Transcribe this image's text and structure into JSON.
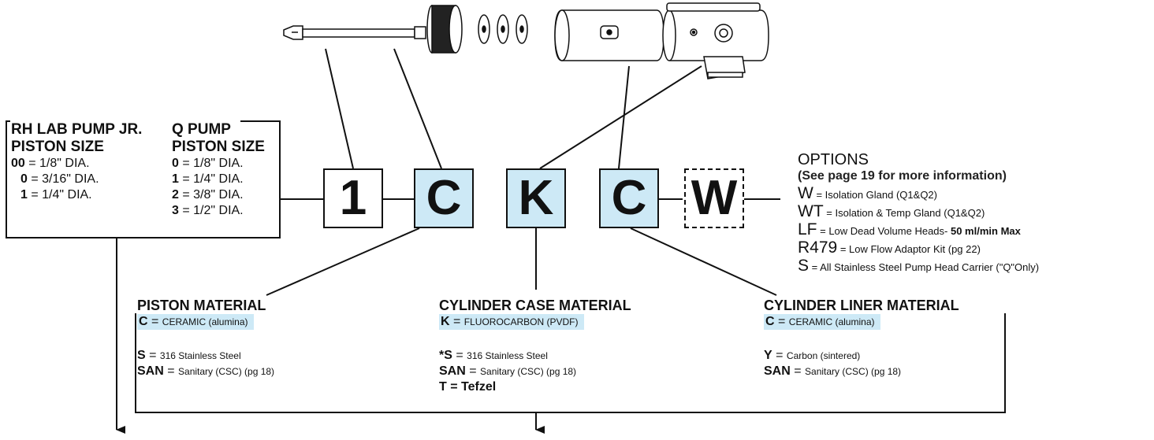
{
  "left_box": {
    "col1_title_1": "RH LAB PUMP JR.",
    "col1_title_2": "PISTON SIZE",
    "col1_rows": [
      {
        "code": "00",
        "text": " = 1/8\" DIA."
      },
      {
        "code": "0",
        "text": " = 3/16\" DIA."
      },
      {
        "code": "1",
        "text": " = 1/4\" DIA."
      }
    ],
    "col2_title_1": "Q PUMP",
    "col2_title_2": "PISTON SIZE",
    "col2_rows": [
      {
        "code": "0",
        "text": " = 1/8\" DIA."
      },
      {
        "code": "1",
        "text": " = 1/4\" DIA."
      },
      {
        "code": "2",
        "text": " = 3/8\" DIA."
      },
      {
        "code": "3",
        "text": " = 1/2\" DIA."
      }
    ]
  },
  "code_boxes": [
    "1",
    "C",
    "K",
    "C",
    "W"
  ],
  "options": {
    "title": "OPTIONS",
    "subtitle": "(See page 19 for more information)",
    "items": [
      {
        "code": "W",
        "desc": " = Isolation Gland (Q1&Q2)",
        "extra": ""
      },
      {
        "code": "WT",
        "desc": " = Isolation & Temp Gland (Q1&Q2)",
        "extra": ""
      },
      {
        "code": "LF",
        "desc": " = Low Dead Volume Heads- ",
        "extra": "50 ml/min Max"
      },
      {
        "code": "R479",
        "desc": " = Low Flow Adaptor Kit (pg 22)",
        "extra": ""
      },
      {
        "code": "S",
        "desc": " = All Stainless Steel Pump Head Carrier (\"Q\"Only)",
        "extra": ""
      }
    ]
  },
  "piston_material": {
    "title": "PISTON MATERIAL",
    "highlight_code": "C",
    "highlight_text": "CERAMIC (alumina)",
    "rows": [
      {
        "code": "S",
        "text": "316 Stainless Steel"
      },
      {
        "code": "SAN",
        "text": "Sanitary (CSC) (pg 18)"
      }
    ]
  },
  "cylinder_case_material": {
    "title": "CYLINDER CASE MATERIAL",
    "highlight_code": "K",
    "highlight_text": "FLUOROCARBON (PVDF)",
    "rows": [
      {
        "code": "*S",
        "text": "316 Stainless Steel"
      },
      {
        "code": "SAN",
        "text": "Sanitary (CSC) (pg 18)"
      }
    ],
    "last_row": "T = Tefzel"
  },
  "cylinder_liner_material": {
    "title": "CYLINDER LINER MATERIAL",
    "highlight_code": "C",
    "highlight_text": "CERAMIC (alumina)",
    "rows": [
      {
        "code": "Y",
        "text": "Carbon (sintered)"
      },
      {
        "code": "SAN",
        "text": "Sanitary (CSC) (pg 18)"
      }
    ]
  },
  "colors": {
    "highlight": "#cde9f6",
    "ink": "#111111"
  }
}
